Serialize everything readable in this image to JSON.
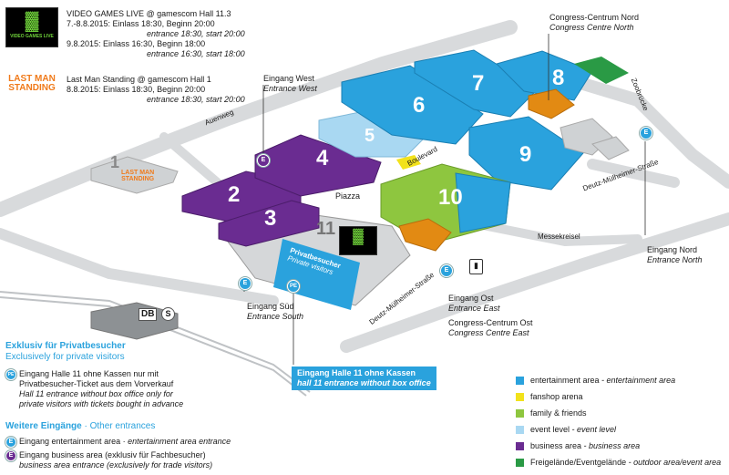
{
  "events": {
    "vgl": {
      "title": "VIDEO GAMES LIVE @ gamescom Hall 11.3",
      "line1": "7.-8.8.2015: Einlass 18:30, Beginn 20:00",
      "line1_en": "entrance 18:30, start 20:00",
      "line2": "9.8.2015: Einlass 16:30, Beginn 18:00",
      "line2_en": "entrance 16:30, start 18:00",
      "logo_text": "VIDEO GAMES LIVE"
    },
    "lms": {
      "title": "Last Man Standing @ gamescom Hall 1",
      "line1": "8.8.2015: Einlass 18:30, Beginn 20:00",
      "line1_en": "entrance 18:30, start 20:00",
      "logo_text_1": "LAST MAN",
      "logo_text_2": "STANDING"
    }
  },
  "halls": {
    "h1": "1",
    "h2": "2",
    "h3": "3",
    "h4": "4",
    "h5": "5",
    "h6": "6",
    "h7": "7",
    "h8": "8",
    "h9": "9",
    "h10": "10",
    "h11": "11"
  },
  "places": {
    "piazza": "Piazza",
    "boulevard": "Boulevard",
    "auenweg": "Auenweg",
    "zoobruecke": "Zoobrücke",
    "deutz_top": "Deutz-Mülheimer-Straße",
    "deutz_bottom": "Deutz-Mülheimer-Straße",
    "messekreisel": "Messekreisel",
    "private_de": "Privatbesucher",
    "private_en": "Private visitors",
    "db": "DB",
    "s": "S"
  },
  "entrances": {
    "west_de": "Eingang West",
    "west_en": "Entrance West",
    "south_de": "Eingang Süd",
    "south_en": "Entrance South",
    "east_de": "Eingang Ost",
    "east_en": "Entrance East",
    "north_de": "Eingang Nord",
    "north_en": "Entrance North",
    "ccost_de": "Congress-Centrum Ost",
    "ccost_en": "Congress Centre East",
    "ccnord_de": "Congress-Centrum Nord",
    "ccnord_en": "Congress Centre North",
    "hall11_de": "Eingang Halle 11 ohne Kassen",
    "hall11_en": "hall 11 entrance without box office",
    "e_badge": "E",
    "pe_badge": "PE"
  },
  "notes": {
    "private_title_de": "Exklusiv für Privatbesucher",
    "private_title_en": "Exclusively for private visitors",
    "pe_badge": "PE",
    "pe_de_1": "Eingang Halle 11 ohne Kassen nur mit",
    "pe_de_2": "Privatbesucher-Ticket aus dem Vorverkauf",
    "pe_en_1": "Hall 11 entrance without box office only for",
    "pe_en_2": "private visitors with tickets bought in advance",
    "more_title_de": "Weitere Eingänge",
    "more_title_sep": " · ",
    "more_title_en": "Other entrances",
    "e_badge": "E",
    "ent_de": "Eingang entertainment area",
    "ent_en": " · entertainment area entrance",
    "bus_de": "Eingang business area (exklusiv für Fachbesucher)",
    "bus_en": "business area entrance (exclusively for trade visitors)"
  },
  "legend": [
    {
      "label_de": "entertainment area",
      "label_en": " - entertainment area",
      "color": "#2aa2dd"
    },
    {
      "label_de": "fanshop arena",
      "label_en": "",
      "color": "#f2e21b"
    },
    {
      "label_de": "family & friends",
      "label_en": "",
      "color": "#8ec63f"
    },
    {
      "label_de": "event level",
      "label_en": " - event level",
      "color": "#a9d8f2"
    },
    {
      "label_de": "business area",
      "label_en": " - business area",
      "color": "#6a2c91"
    },
    {
      "label_de": "Freigelände/Eventgelände",
      "label_en": " - outdoor area/event area",
      "color": "#2a9a45"
    }
  ],
  "colors": {
    "entertainment": "#2aa2dd",
    "business": "#6a2c91",
    "family": "#8ec63f",
    "event_level": "#a9d8f2",
    "fanshop": "#f2e21b",
    "outdoor": "#2a9a45",
    "orange": "#e28a13",
    "grey": "#cfd2d4"
  }
}
